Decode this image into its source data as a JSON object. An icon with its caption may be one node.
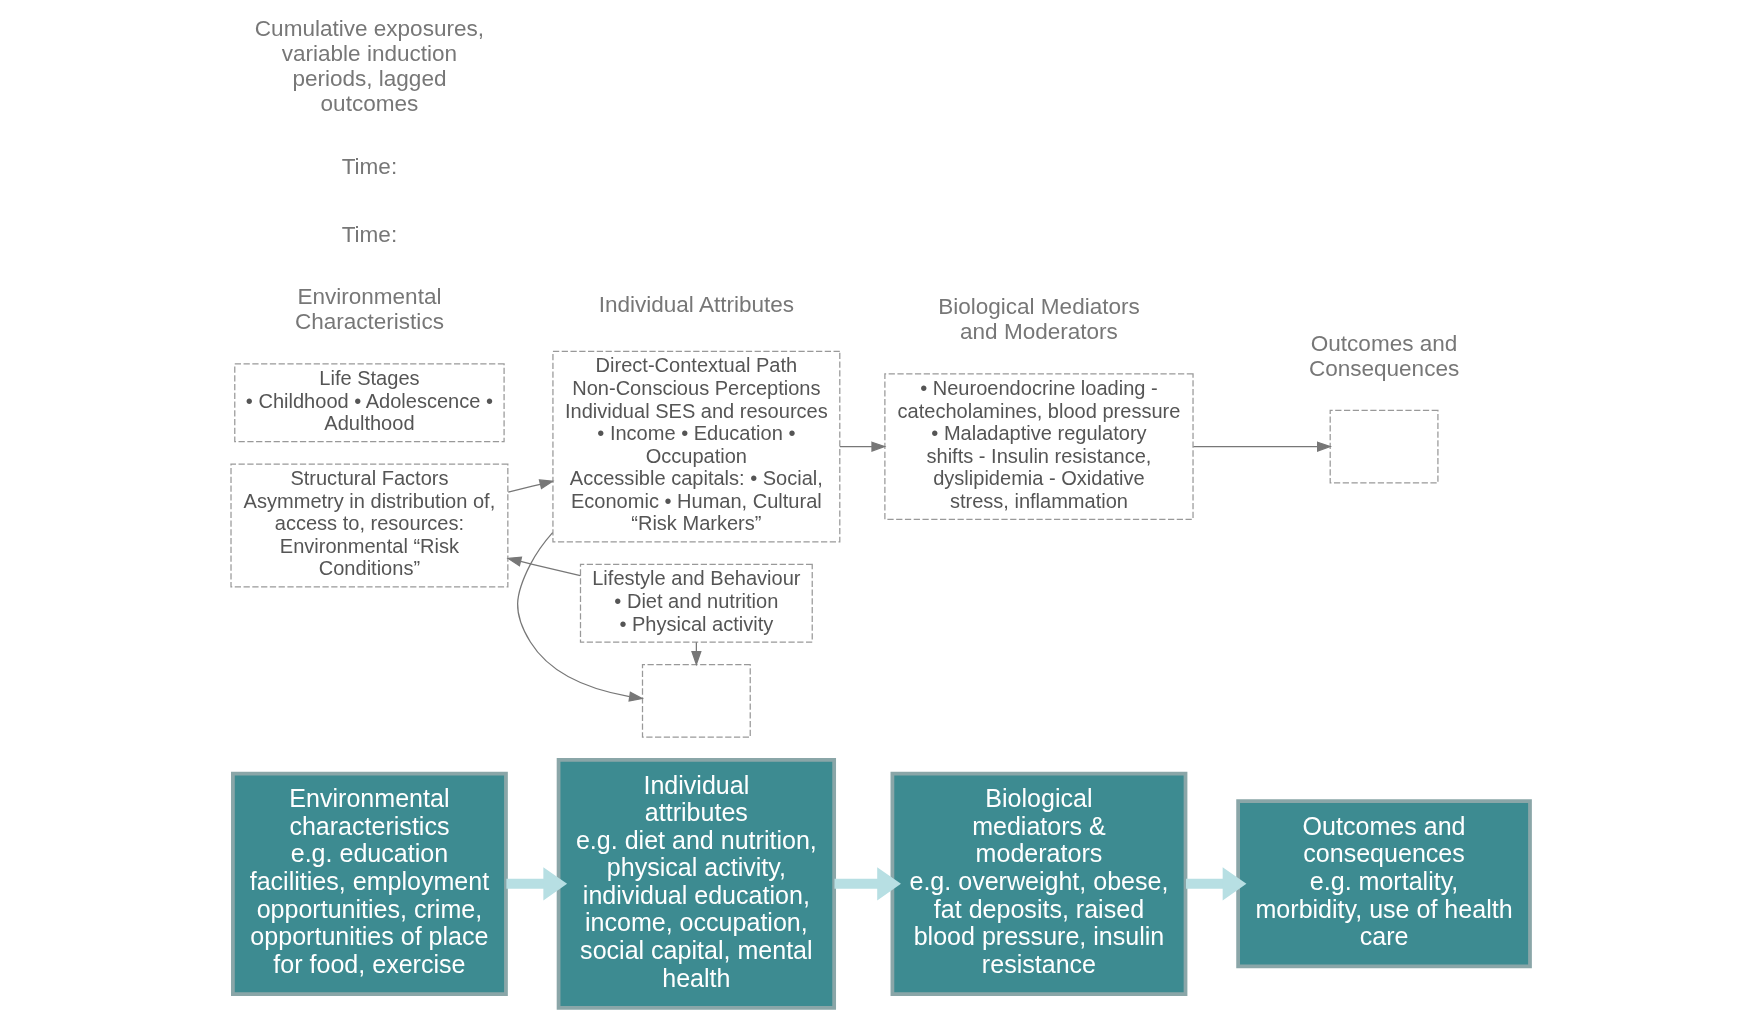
{
  "diagram": {
    "nodes": [
      {
        "text": [
          "Environmental characteristics",
          "e.g. education facilities, employment opportunities, crime, opportunities of place for food, exercise"
        ]
      },
      {
        "text": [
          "Individual attributes",
          "e.g. diet and nutrition, physical activity, individual education, income, occupation, social capital, mental health"
        ]
      },
      {
        "text": [
          "Biological mediators & moderators",
          "e.g. overweight, obese, fat deposits, raised blood pressure, insulin resistance"
        ]
      },
      {
        "text": [
          "Outcomes and consequences",
          "e.g. mortality, morbidity, use of health care"
        ]
      },
      {
        "text": [
          "Structural Factors",
          "Asymmetry in distribution of, access to, resources:",
          "Environmental “Risk Conditions”"
        ]
      },
      {
        "text": [
          "Lifestyle and Behaviour",
          "• Diet and nutrition",
          "• Physical activity"
        ]
      },
      {
        "text": [],
        "shape": "box"
      },
      {
        "text": [
          "Direct-Contextual Path",
          "Non-Conscious Perceptions",
          "Individual SES and resources",
          "• Income • Education • Occupation",
          "Accessible capitals: • Social, Economic • Human, Cultural",
          "“Risk Markers”"
        ]
      },
      {
        "text": [
          "• Neuroendocrine loading - catecholamines, blood pressure",
          "• Maladaptive regulatory shifts - Insulin resistance, dyslipidemia - Oxidative stress, inflammation"
        ]
      },
      {
        "text": [],
        "shape": "box"
      },
      {
        "text": [
          "Life Stages",
          "• Childhood • Adolescence • Adulthood"
        ]
      }
    ],
    "edges": [
      {
        "from": 0,
        "to": 1,
        "arrow": "to",
        "style": "thick",
        "color": "#b7dfe3"
      },
      {
        "from": 1,
        "to": 2,
        "arrow": "to",
        "style": "thick",
        "color": "#b7dfe3"
      },
      {
        "from": 2,
        "to": 3,
        "arrow": "to",
        "style": "thick",
        "color": "#b7dfe3"
      },
      {
        "from": 5,
        "to": 4,
        "arrow": "to"
      },
      {
        "from": 5,
        "to": 6,
        "arrow": "to"
      },
      {
        "from": 4,
        "to": 7,
        "arrow": "to"
      },
      {
        "from": 7,
        "to": 6,
        "arrow": "to"
      },
      {
        "from": 7,
        "to": 8,
        "arrow": "to"
      },
      {
        "from": 8,
        "to": 9,
        "arrow": "to"
      }
    ],
    "labels": [
      "Environmental Characteristics",
      "Individual Attributes",
      "Biological Mediators and Moderators",
      "Outcomes and Consequences",
      "Time:",
      "Time:",
      "Cumulative exposures, variable induction periods, lagged outcomes"
    ]
  }
}
